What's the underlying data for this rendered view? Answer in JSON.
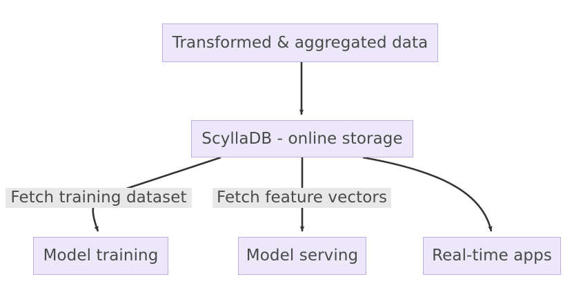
{
  "diagram": {
    "type": "flowchart",
    "direction": "top-down",
    "background_color": "#ffffff",
    "node_fill_color": "#ece8f9",
    "node_border_color": "#bfaee3",
    "text_color": "#4a4a4a",
    "edge_color": "#333333",
    "edge_label_background": "#e8e8e8",
    "nodes": [
      {
        "id": "transformed",
        "label": "Transformed & aggregated data"
      },
      {
        "id": "scylladb",
        "label": "ScyllaDB - online storage"
      },
      {
        "id": "training",
        "label": "Model training"
      },
      {
        "id": "serving",
        "label": "Model serving"
      },
      {
        "id": "realtime",
        "label": "Real-time apps"
      }
    ],
    "edges": [
      {
        "id": "e1",
        "from": "transformed",
        "to": "scylladb",
        "label": "",
        "style": "straight-arrow"
      },
      {
        "id": "e2",
        "from": "scylladb",
        "to": "training",
        "label": "Fetch training dataset",
        "style": "curved-arrow"
      },
      {
        "id": "e3",
        "from": "scylladb",
        "to": "serving",
        "label": "Fetch feature vectors",
        "style": "straight-arrow"
      },
      {
        "id": "e4",
        "from": "scylladb",
        "to": "realtime",
        "label": "",
        "style": "curved-arrow"
      }
    ],
    "edge_labels": [
      {
        "id": "fetch-training",
        "text": "Fetch training dataset"
      },
      {
        "id": "fetch-feature",
        "text": "Fetch feature vectors"
      }
    ]
  }
}
